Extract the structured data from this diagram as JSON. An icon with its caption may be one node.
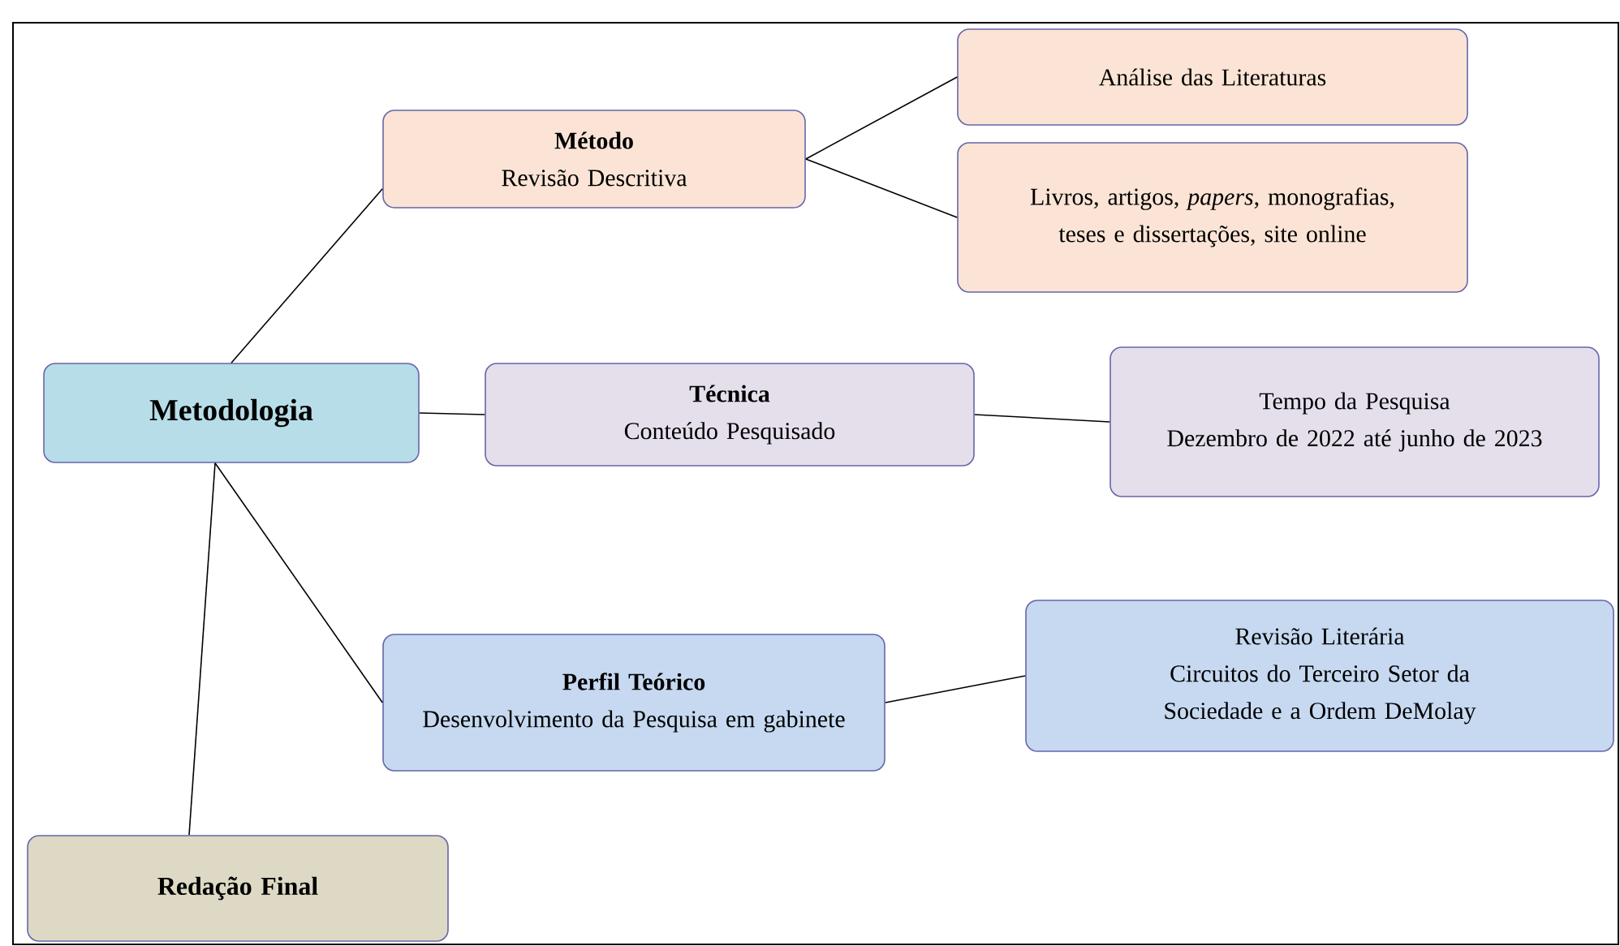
{
  "diagram": {
    "nodes": [
      {
        "text": [
          "Metodologia"
        ]
      },
      {
        "text": [
          "Método",
          "Revisão Descritiva"
        ]
      },
      {
        "text": [
          "Análise das Literaturas"
        ]
      },
      {
        "text": [
          "Livros, artigos, *papers*, monografias, teses e dissertações, site online"
        ]
      },
      {
        "text": [
          "Técnica",
          "Conteúdo Pesquisado"
        ]
      },
      {
        "text": [
          "Tempo da Pesquisa",
          "Dezembro de 2022 até junho de 2023"
        ]
      },
      {
        "text": [
          "Perfil Teórico",
          "Desenvolvimento da Pesquisa em gabinete"
        ]
      },
      {
        "text": [
          "Revisão Literária",
          "Circuitos do Terceiro Setor da Sociedade e a Ordem DeMolay"
        ]
      },
      {
        "text": [
          "Redação Final"
        ]
      }
    ],
    "edges": [
      {
        "from": 0,
        "to": 1,
        "arrow": "none"
      },
      {
        "from": 1,
        "to": 2,
        "arrow": "none"
      },
      {
        "from": 1,
        "to": 3,
        "arrow": "none"
      },
      {
        "from": 0,
        "to": 4,
        "arrow": "none"
      },
      {
        "from": 4,
        "to": 5,
        "arrow": "none"
      },
      {
        "from": 0,
        "to": 6,
        "arrow": "none"
      },
      {
        "from": 6,
        "to": 7,
        "arrow": "none"
      },
      {
        "from": 0,
        "to": 8,
        "arrow": "none"
      }
    ]
  }
}
